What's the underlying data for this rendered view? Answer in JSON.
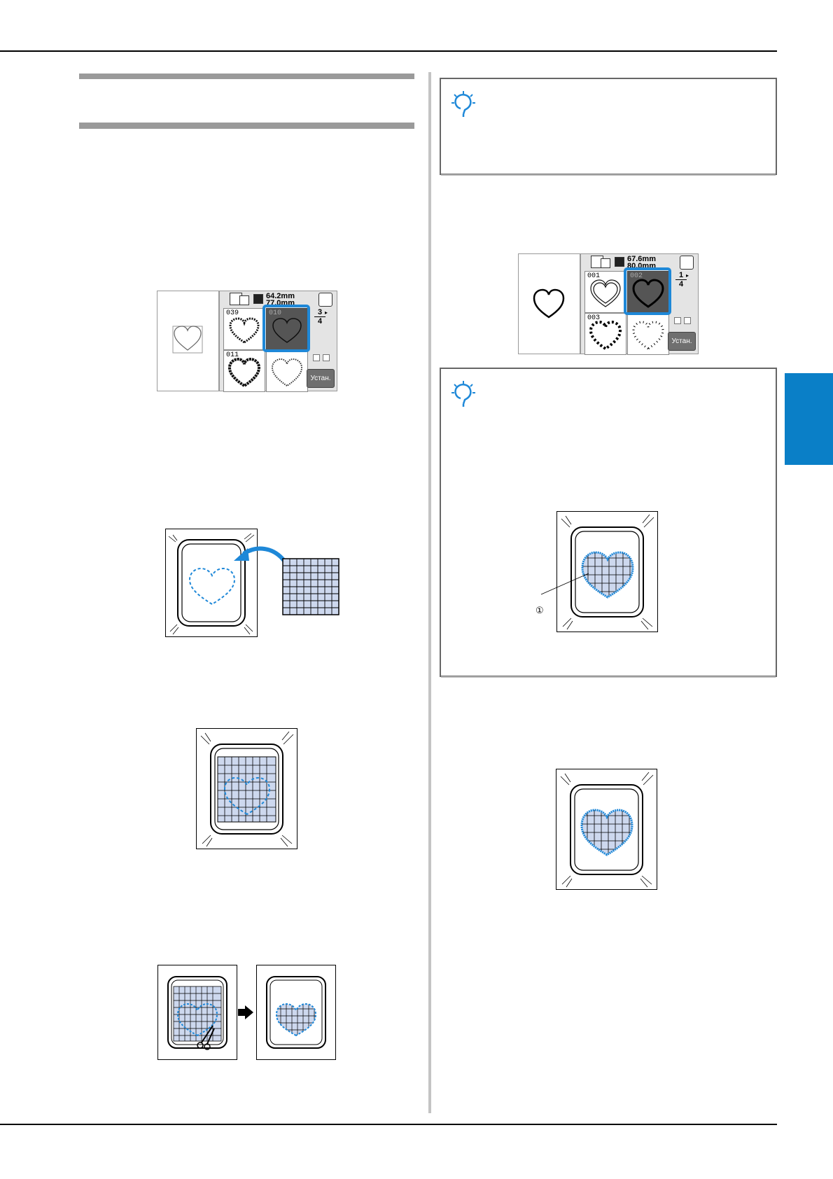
{
  "page": {
    "tab_color": "#0a7fc7",
    "accent_blue": "#1e88d8",
    "fabric_fill": "#cdd8ee"
  },
  "screen_left": {
    "dims": [
      "64.2mm",
      "77.0mm"
    ],
    "page_current": "3",
    "page_total": "4",
    "cells": [
      "039",
      "010",
      "011",
      ""
    ],
    "selected_cell": "010",
    "set_button": "Устан."
  },
  "screen_right": {
    "dims": [
      "67.6mm",
      "80.0mm"
    ],
    "page_current": "1",
    "page_total": "4",
    "cells": [
      "001",
      "002",
      "003",
      ""
    ],
    "selected_cell": "002",
    "set_button": "Устан."
  },
  "figures": {
    "callout_number": "①"
  }
}
